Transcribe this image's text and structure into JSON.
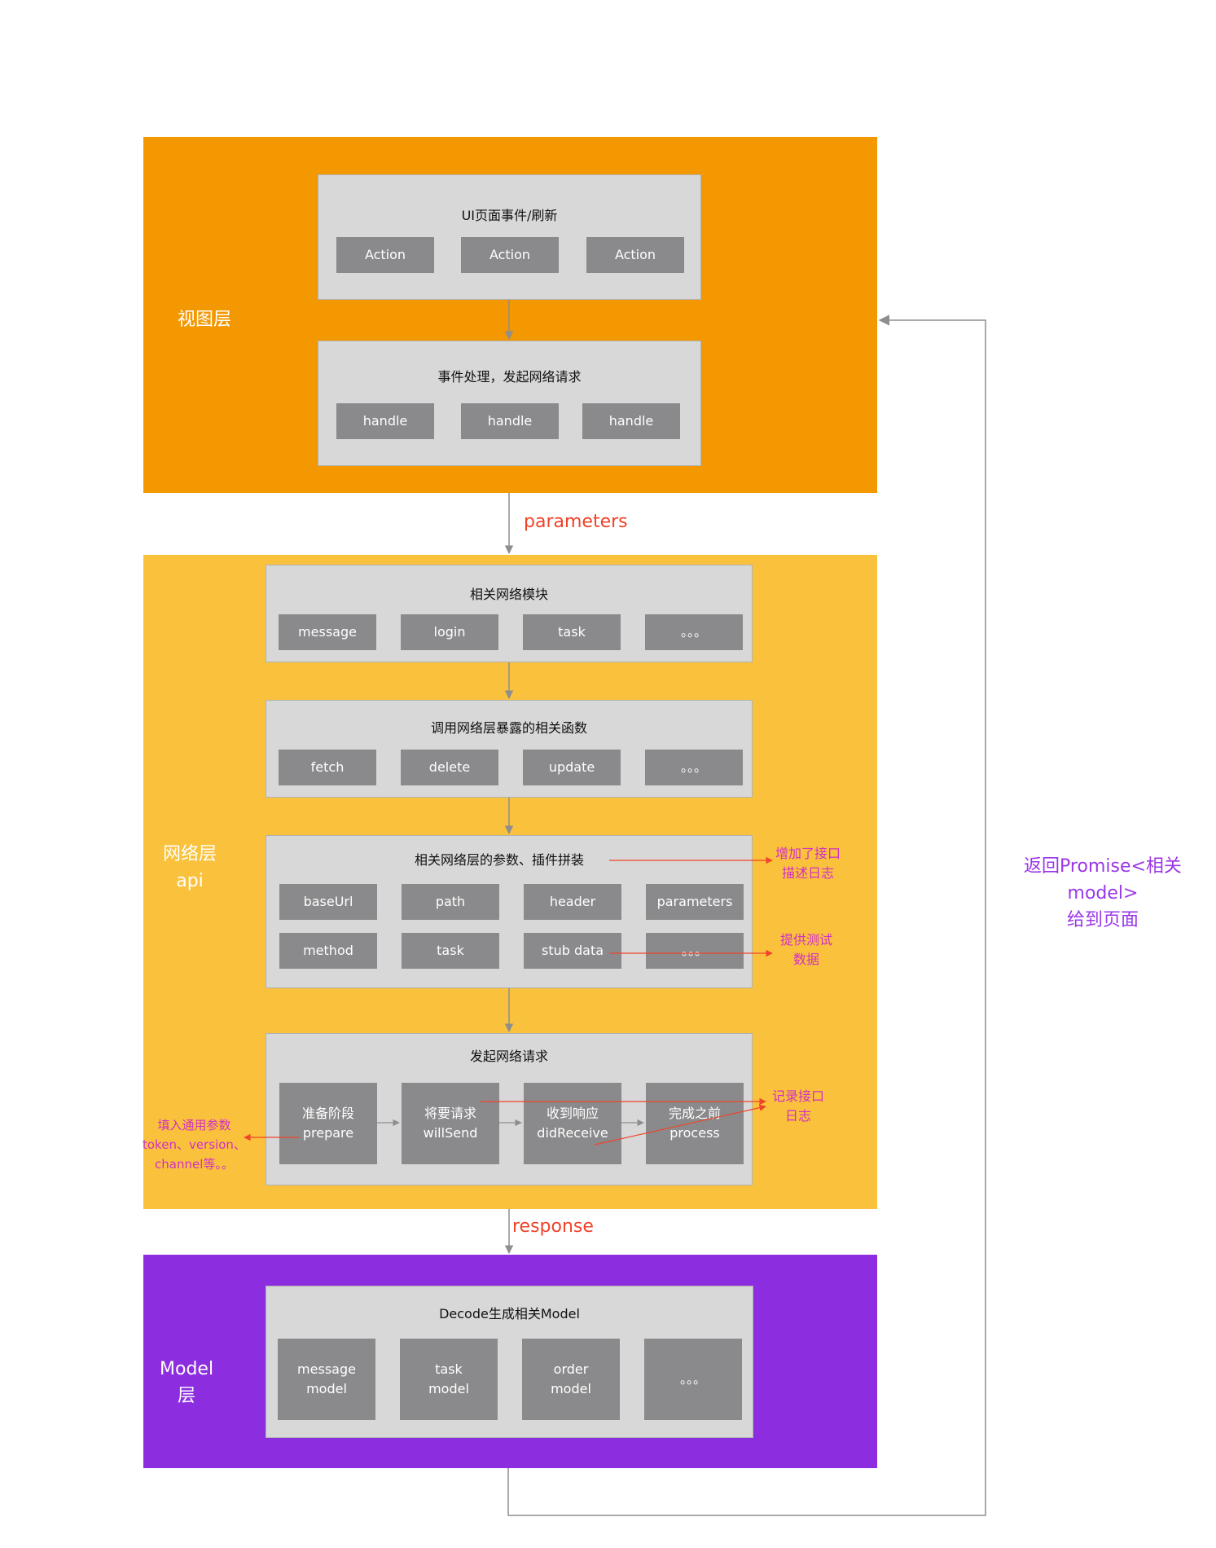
{
  "view_layer": {
    "label": "视图层",
    "ui_panel": {
      "title": "UI页面事件/刷新",
      "chips": [
        "Action",
        "Action",
        "Action"
      ]
    },
    "handle_panel": {
      "title": "事件处理，发起网络请求",
      "chips": [
        "handle",
        "handle",
        "handle"
      ]
    }
  },
  "parameters_label": "parameters",
  "network_layer": {
    "label_line1": "网络层",
    "label_line2": "api",
    "modules_panel": {
      "title": "相关网络模块",
      "chips": [
        "message",
        "login",
        "task",
        "。。。"
      ]
    },
    "functions_panel": {
      "title": "调用网络层暴露的相关函数",
      "chips": [
        "fetch",
        "delete",
        "update",
        "。。。"
      ]
    },
    "params_panel": {
      "title": "相关网络层的参数、插件拼装",
      "row1": [
        "baseUrl",
        "path",
        "header",
        "parameters"
      ],
      "row2": [
        "method",
        "task",
        "stub data",
        "。。。"
      ]
    },
    "request_panel": {
      "title": "发起网络请求",
      "chips": [
        "准备阶段\nprepare",
        "将要请求\nwillSend",
        "收到响应\ndidReceive",
        "完成之前\nprocess"
      ]
    },
    "notes": {
      "log_desc": "增加了接口\n描述日志",
      "test_data": "提供测试\n数据",
      "record_log": "记录接口\n日志",
      "common_params": "填入通用参数\ntoken、version、\nchannel等。。"
    }
  },
  "response_label": "response",
  "model_layer": {
    "label_line1": "Model",
    "label_line2": "层",
    "decode_panel": {
      "title": "Decode生成相关Model",
      "chips": [
        "message\nmodel",
        "task\nmodel",
        "order\nmodel",
        "。。。"
      ]
    }
  },
  "return_label": "返回Promise<相关model>\n给到页面",
  "colors": {
    "view_layer": "#f39800",
    "network_layer": "#fac23c",
    "model_layer": "#8c2de0",
    "panel": "#d8d8d8",
    "chip": "#8a8a8c",
    "arrow_gray": "#8e8e8e",
    "arrow_red": "#f0432a",
    "note_magenta": "#d12fc6",
    "return_purple": "#9a37e8"
  }
}
